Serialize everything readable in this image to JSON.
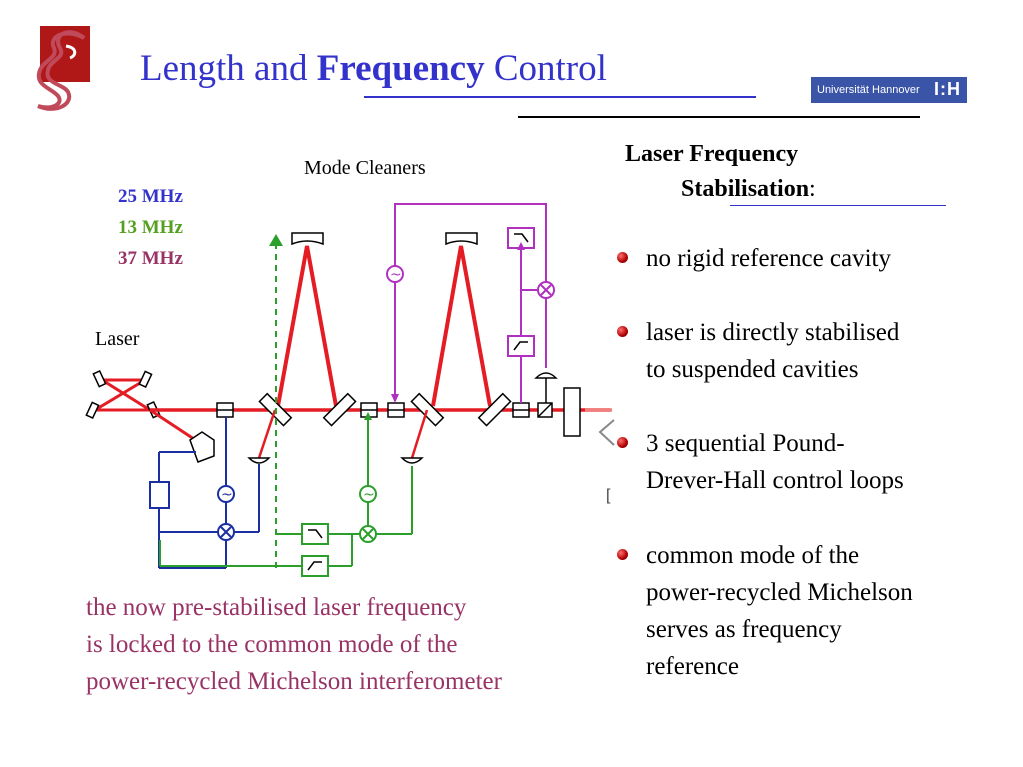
{
  "title": {
    "part1": "Length and ",
    "part2": "Frequency",
    "part3": " Control"
  },
  "university": {
    "name": "Universität Hannover",
    "mark": "I:H"
  },
  "diagram": {
    "mode_cleaners_label": "Mode Cleaners",
    "laser_label": "Laser",
    "frequencies": [
      "25 MHz",
      "13 MHz",
      "37 MHz"
    ],
    "colors": {
      "beam": "#e41c24",
      "blue_loop": "#1c2fa0",
      "green_loop": "#2aa02a",
      "purple_loop": "#b030c0"
    }
  },
  "right": {
    "heading_line1": "Laser Frequency",
    "heading_line2": "Stabilisation",
    "heading_colon": ":",
    "bullets": [
      {
        "l1": "no rigid reference cavity"
      },
      {
        "l1": "laser is directly stabilised",
        "l2": "to suspended cavities"
      },
      {
        "l1": "3 sequential Pound-",
        "l2": "Drever-Hall control loops"
      },
      {
        "l1": "common mode of the",
        "l2": "power-recycled Michelson",
        "l3": "serves as frequency",
        "l4": "reference"
      }
    ]
  },
  "caption": {
    "l1": "the now pre-stabilised laser frequency",
    "l2": "is locked to the common mode of the",
    "l3": "power-recycled Michelson interferometer"
  }
}
